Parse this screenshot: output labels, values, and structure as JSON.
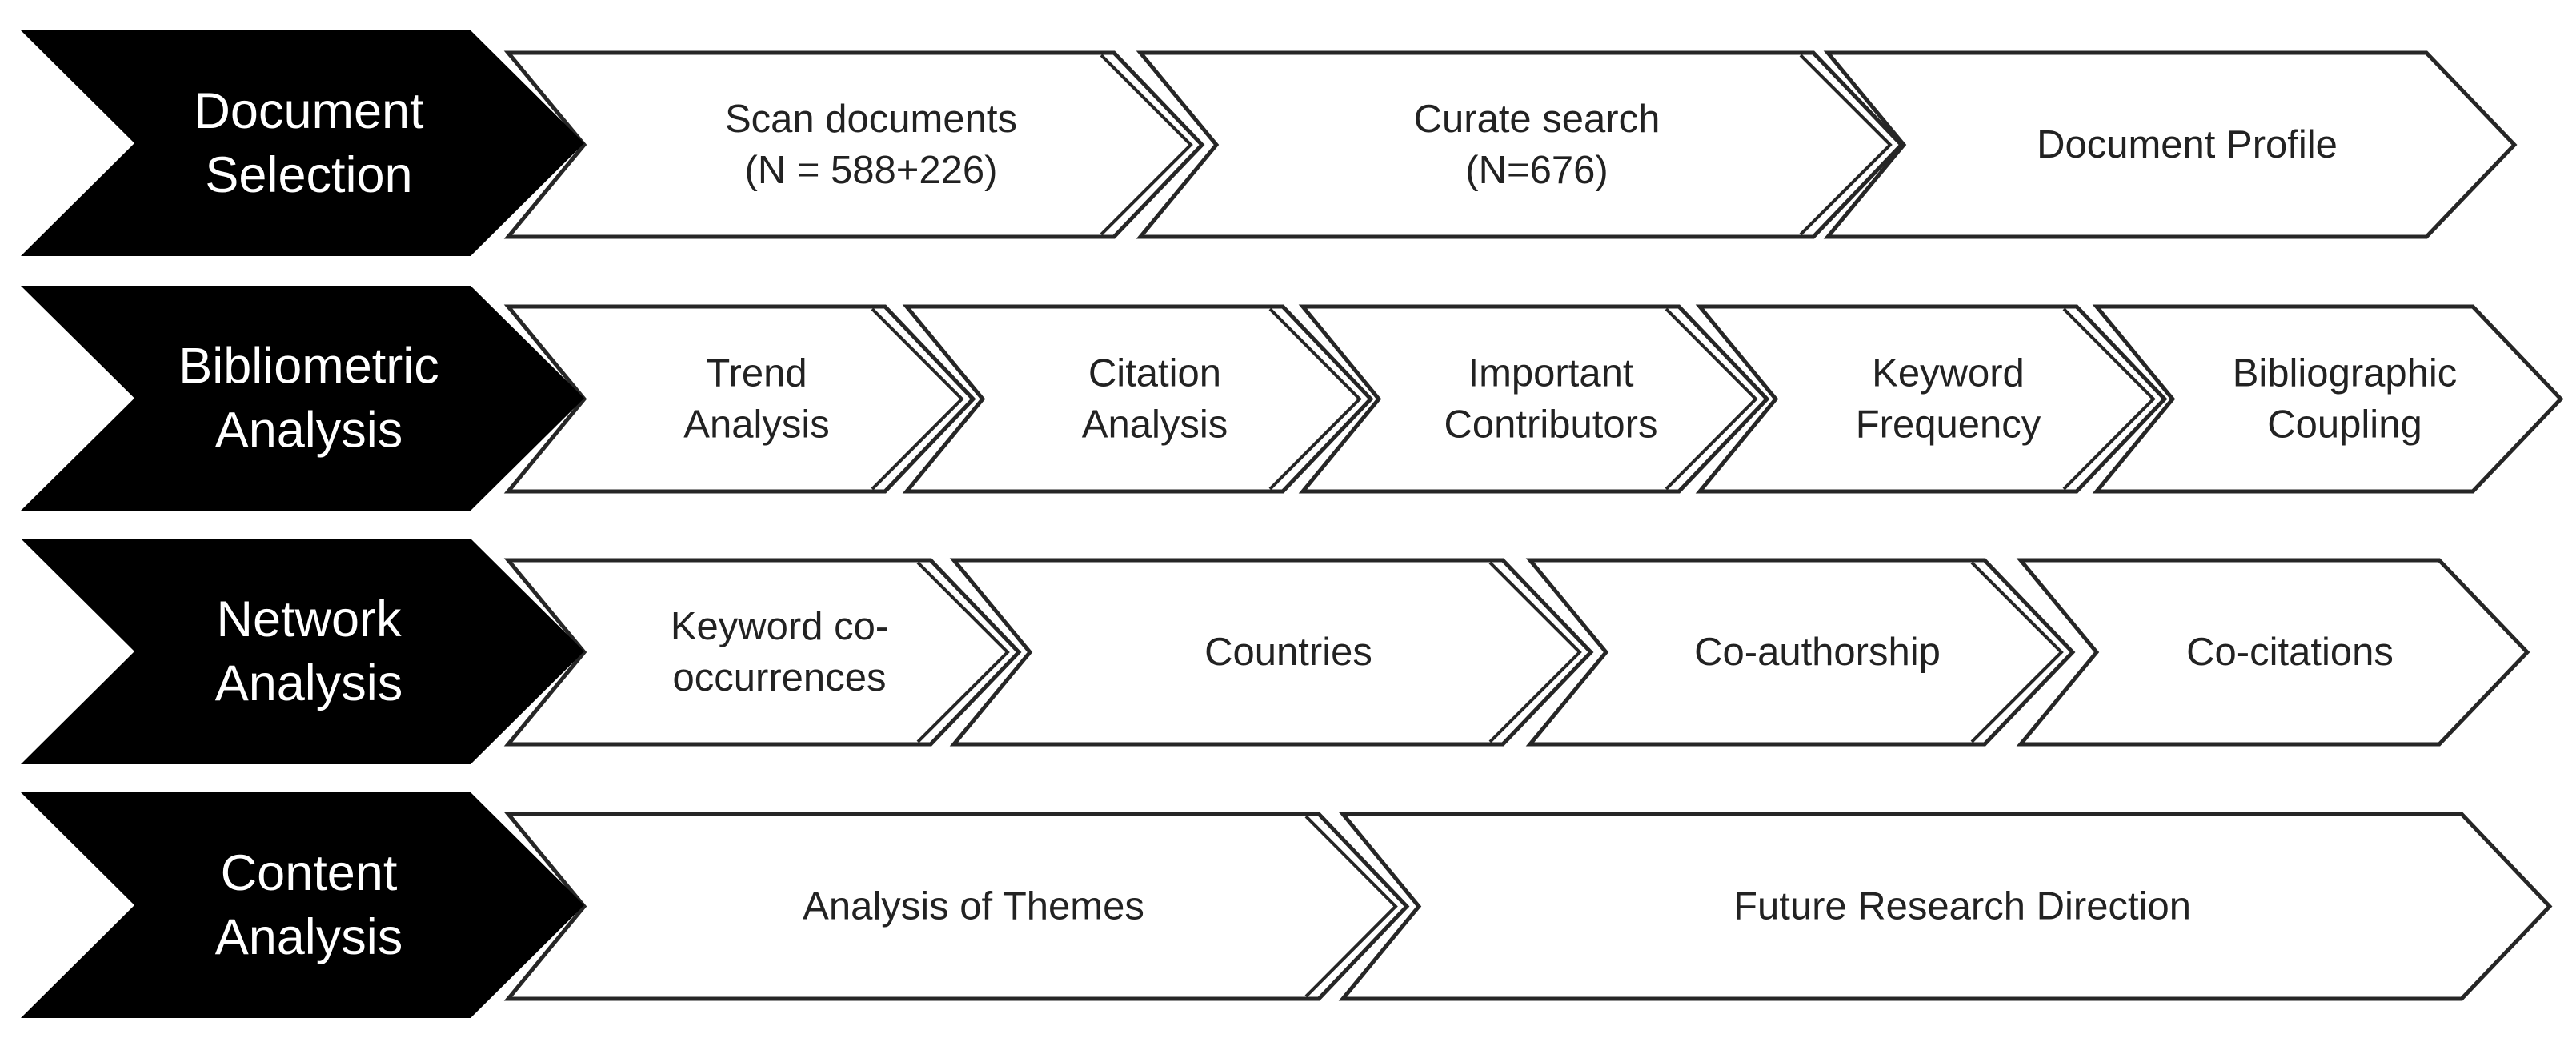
{
  "rows": [
    {
      "stage": [
        "Document",
        "Selection"
      ],
      "steps": [
        {
          "lines": [
            "Scan documents",
            "(N = 588+226)"
          ]
        },
        {
          "lines": [
            "Curate search",
            "(N=676)"
          ]
        },
        {
          "lines": [
            "Document Profile"
          ]
        }
      ]
    },
    {
      "stage": [
        "Bibliometric",
        "Analysis"
      ],
      "steps": [
        {
          "lines": [
            "Trend",
            "Analysis"
          ]
        },
        {
          "lines": [
            "Citation",
            "Analysis"
          ]
        },
        {
          "lines": [
            "Important",
            "Contributors"
          ]
        },
        {
          "lines": [
            "Keyword",
            "Frequency"
          ]
        },
        {
          "lines": [
            "Bibliographic",
            "Coupling"
          ]
        }
      ]
    },
    {
      "stage": [
        "Network",
        "Analysis"
      ],
      "steps": [
        {
          "lines": [
            "Keyword co-",
            "occurrences"
          ]
        },
        {
          "lines": [
            "Countries"
          ]
        },
        {
          "lines": [
            "Co-authorship"
          ]
        },
        {
          "lines": [
            "Co-citations"
          ]
        }
      ]
    },
    {
      "stage": [
        "Content",
        "Analysis"
      ],
      "steps": [
        {
          "lines": [
            "Analysis of Themes"
          ]
        },
        {
          "lines": [
            "Future Research Direction"
          ]
        }
      ]
    }
  ]
}
